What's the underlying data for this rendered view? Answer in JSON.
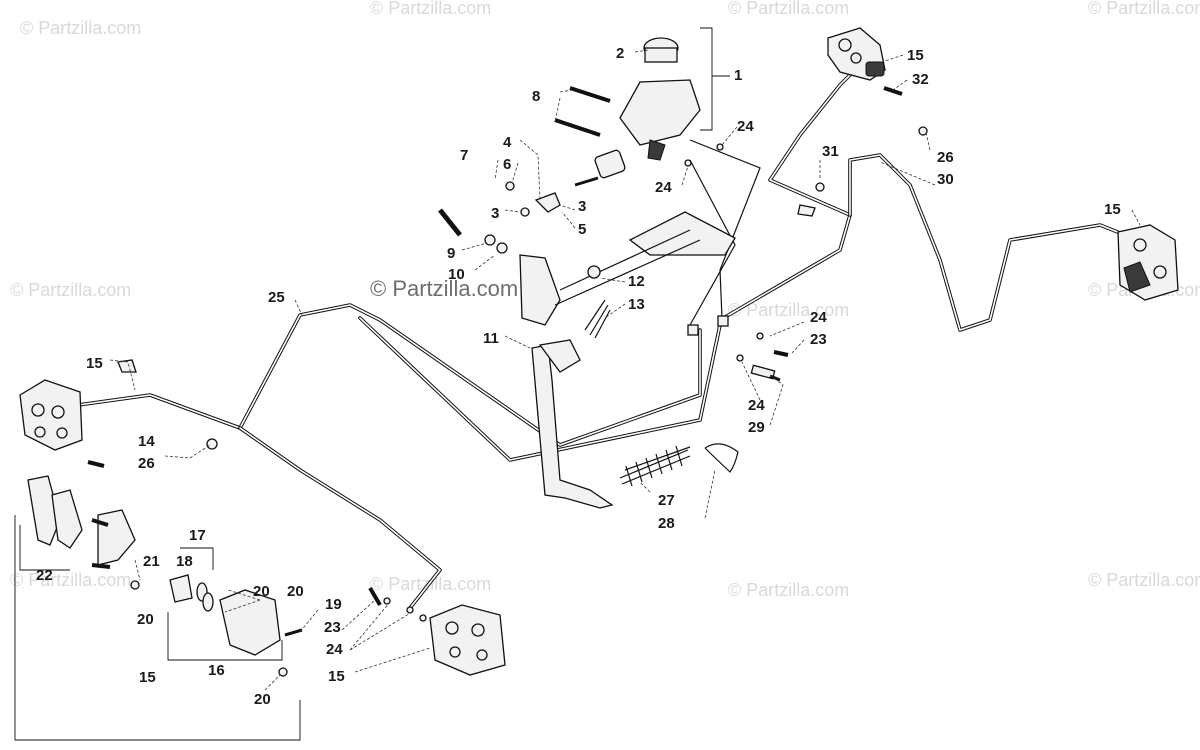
{
  "watermarks": {
    "small": "© Partzilla.com",
    "center": "© Partzilla.com"
  },
  "callouts": [
    "1",
    "2",
    "3",
    "3",
    "4",
    "5",
    "6",
    "7",
    "8",
    "9",
    "10",
    "11",
    "12",
    "13",
    "14",
    "15",
    "15",
    "15",
    "15",
    "15",
    "16",
    "17",
    "18",
    "19",
    "20",
    "20",
    "20",
    "20",
    "21",
    "22",
    "23",
    "23",
    "24",
    "24",
    "24",
    "24",
    "24",
    "25",
    "26",
    "26",
    "27",
    "28",
    "29",
    "30",
    "31",
    "32"
  ]
}
